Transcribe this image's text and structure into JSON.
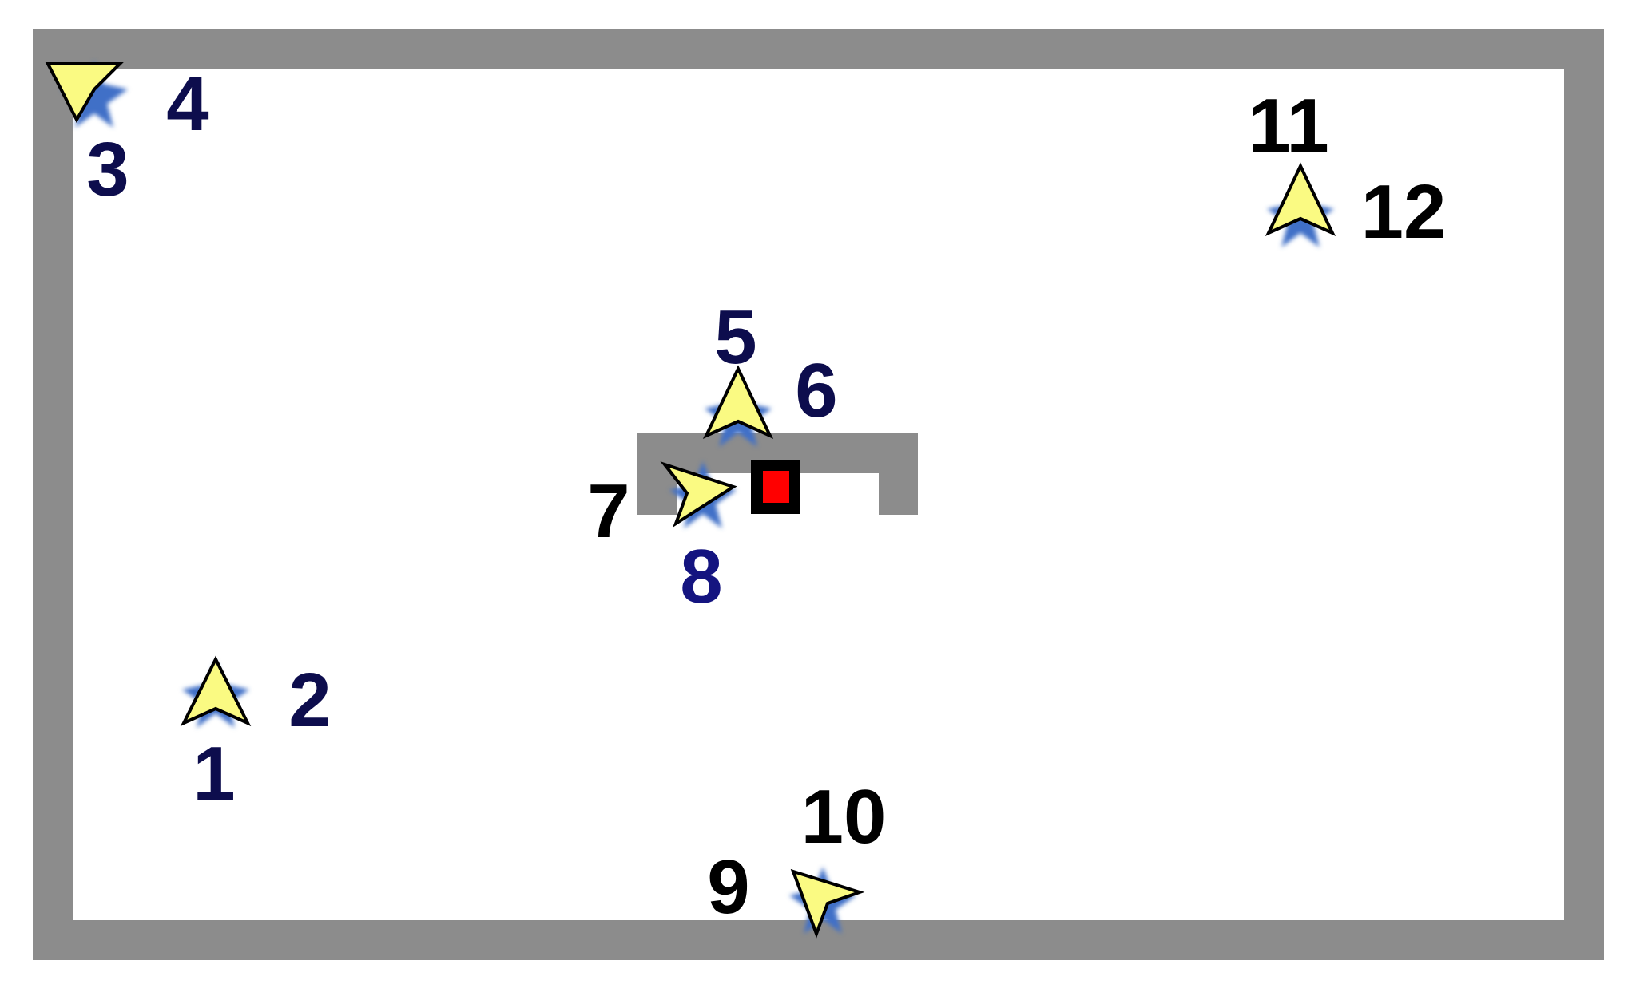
{
  "colors": {
    "wall": "#8c8c8c",
    "floor": "#ffffff",
    "marker_fill": "#fafa82",
    "marker_outline": "#000000",
    "star": "#3f6fc7",
    "target_fill": "#ff0000",
    "target_border": "#000000"
  },
  "icons": {
    "marker": "yellow-arrowhead-icon",
    "star": "blue-star-icon",
    "target": "red-square-target-icon"
  },
  "labels": {
    "l1": "1",
    "l2": "2",
    "l3": "3",
    "l4": "4",
    "l5": "5",
    "l6": "6",
    "l7": "7",
    "l8": "8",
    "l9": "9",
    "l10": "10",
    "l11": "11",
    "l12": "12"
  }
}
